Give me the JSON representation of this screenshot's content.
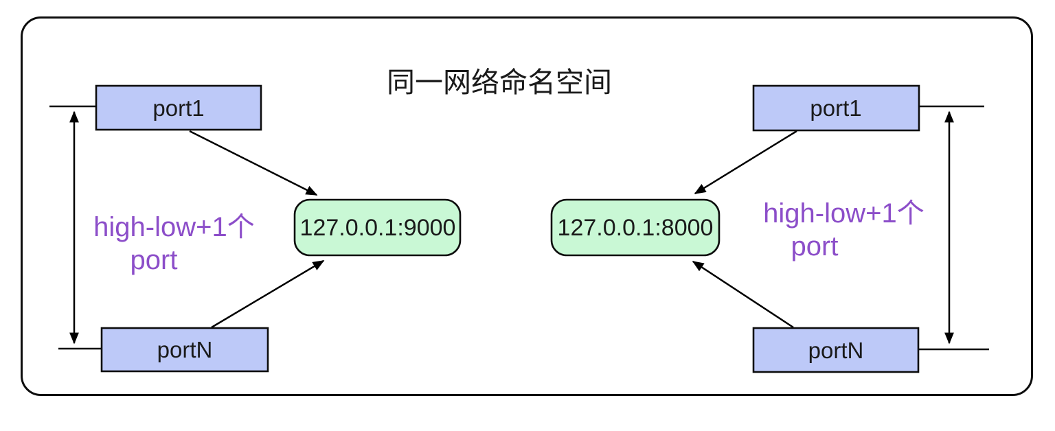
{
  "title": "同一网络命名空间",
  "colors": {
    "port_box_fill": "#bdc9f8",
    "endpoint_box_fill": "#c9f8d5",
    "line_color": "#000000",
    "box_stroke": "#0d0d0d",
    "text_color": "#1a1a1a",
    "purple_label_color": "#8c4ec9"
  },
  "left_group": {
    "port_top_label": "port1",
    "port_bottom_label": "portN",
    "endpoint_address": "127.0.0.1:9000",
    "range_label_line1": "high-low+1个",
    "range_label_line2": "port"
  },
  "right_group": {
    "port_top_label": "port1",
    "port_bottom_label": "portN",
    "endpoint_address": "127.0.0.1:8000",
    "range_label_line1": "high-low+1个",
    "range_label_line2": "port"
  }
}
